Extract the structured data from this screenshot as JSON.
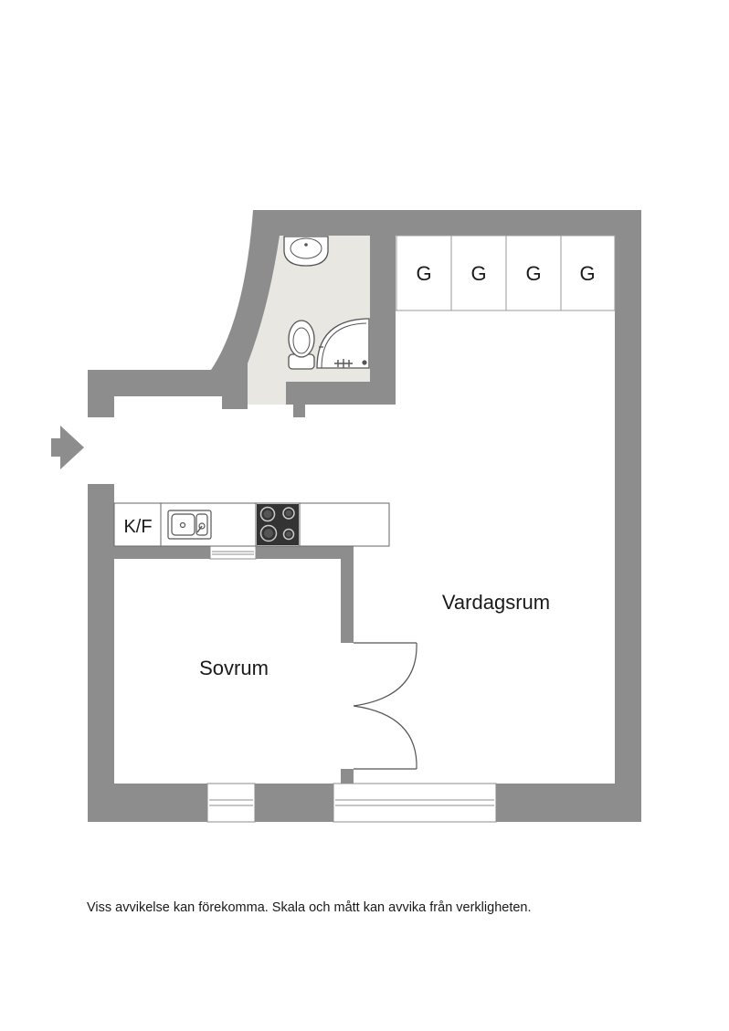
{
  "rooms": {
    "kitchen": "K/F",
    "living": "Vardagsrum",
    "bedroom": "Sovrum"
  },
  "wardrobes": [
    "G",
    "G",
    "G",
    "G"
  ],
  "disclaimer": "Viss avvikelse kan förekomma. Skala och mått kan avvika från verkligheten.",
  "colors": {
    "wall": "#8d8d8d",
    "bathroom_floor": "#e9e7e1",
    "fixture_line": "#555555",
    "hob": "#333333"
  }
}
